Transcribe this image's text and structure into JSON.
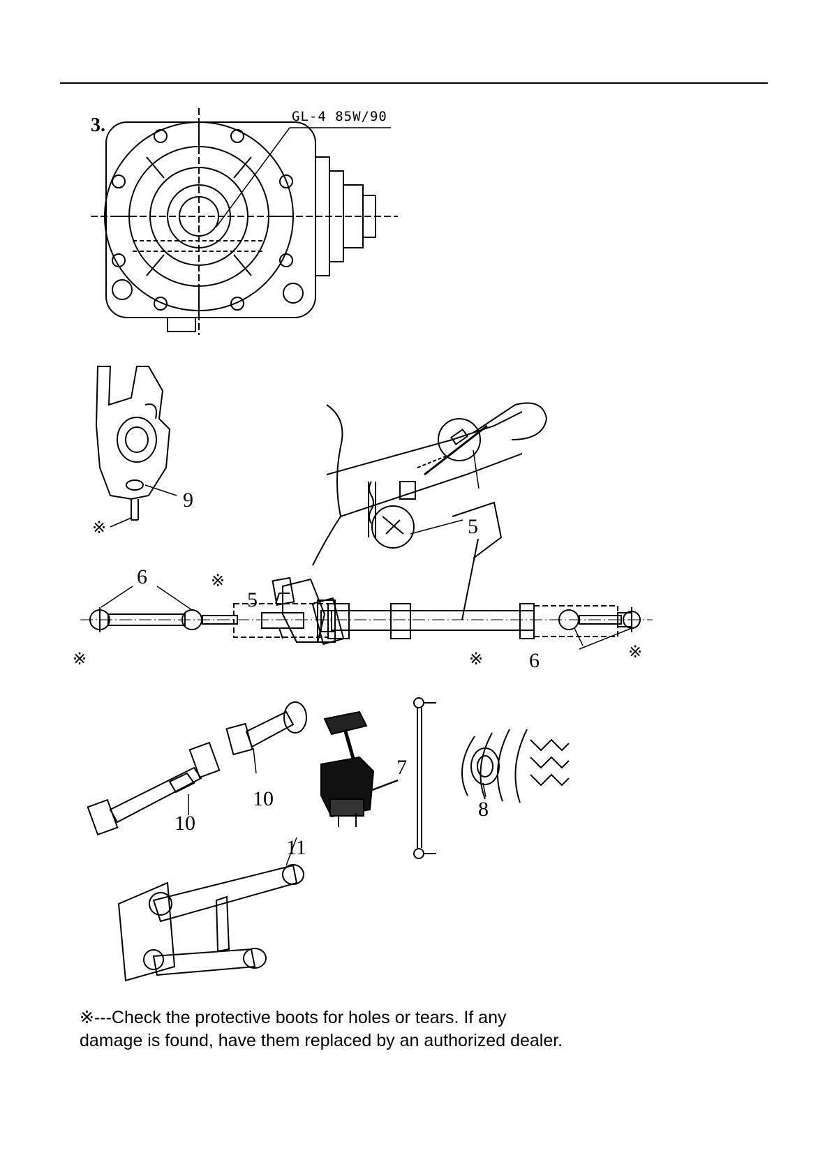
{
  "step_number": "3.",
  "gearbox": {
    "oil_label": "GL-4 85W/90"
  },
  "callouts": {
    "c9": "9",
    "c5_top": "5",
    "c5_mid": "5",
    "c6_left": "6",
    "c6_right": "6",
    "c7": "7",
    "c8": "8",
    "c10_left": "10",
    "c10_right": "10",
    "c11": "11"
  },
  "marks": {
    "m_knuckle": "※",
    "m_boot_left_top": "※",
    "m_tie_left": "※",
    "m_boot_right": "※",
    "m_tie_right": "※"
  },
  "note": {
    "line1": "※---Check the protective boots for holes or tears. If any",
    "line2": "damage is found, have them replaced by an authorized dealer."
  }
}
